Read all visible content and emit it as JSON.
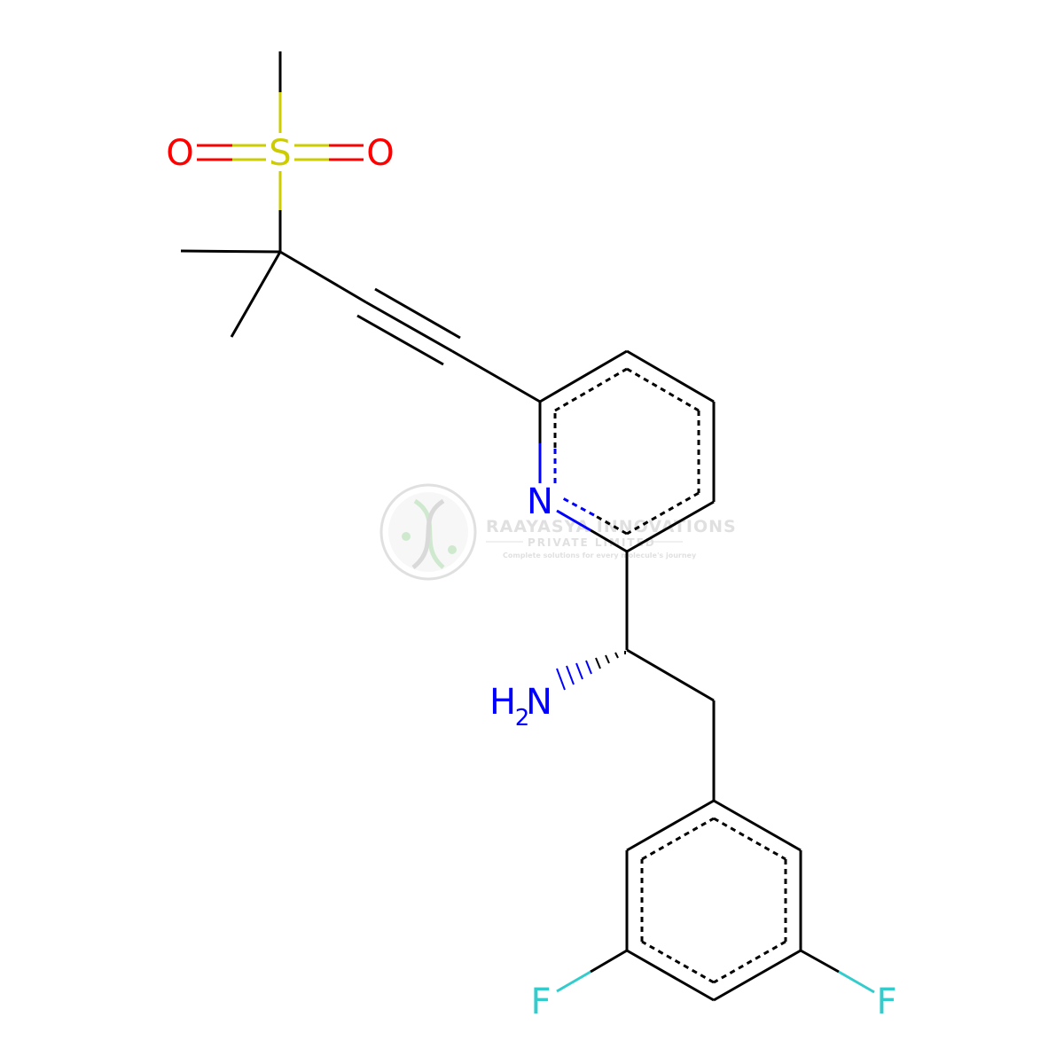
{
  "colors": {
    "bond": "#000000",
    "nitrogen": "#0000ff",
    "oxygen": "#ff0000",
    "sulfur": "#cccc00",
    "fluorine": "#33cccc",
    "watermark": "#c8c8c8",
    "watermark_green": "#a8d8a8"
  },
  "atoms": {
    "sulfur": "S",
    "oxygen_left": "O",
    "oxygen_right": "O",
    "pyridine_nitrogen": "N",
    "amine_h": "H",
    "amine_sub": "2",
    "amine_n": "N",
    "fluorine_left": "F",
    "fluorine_right": "F"
  },
  "watermark": {
    "logo": "dna-logo",
    "title": "RAAYASYA INNOVATIONS",
    "subtitle": "PRIVATE LIMITED",
    "tagline": "Complete solutions for every molecule's journey"
  }
}
